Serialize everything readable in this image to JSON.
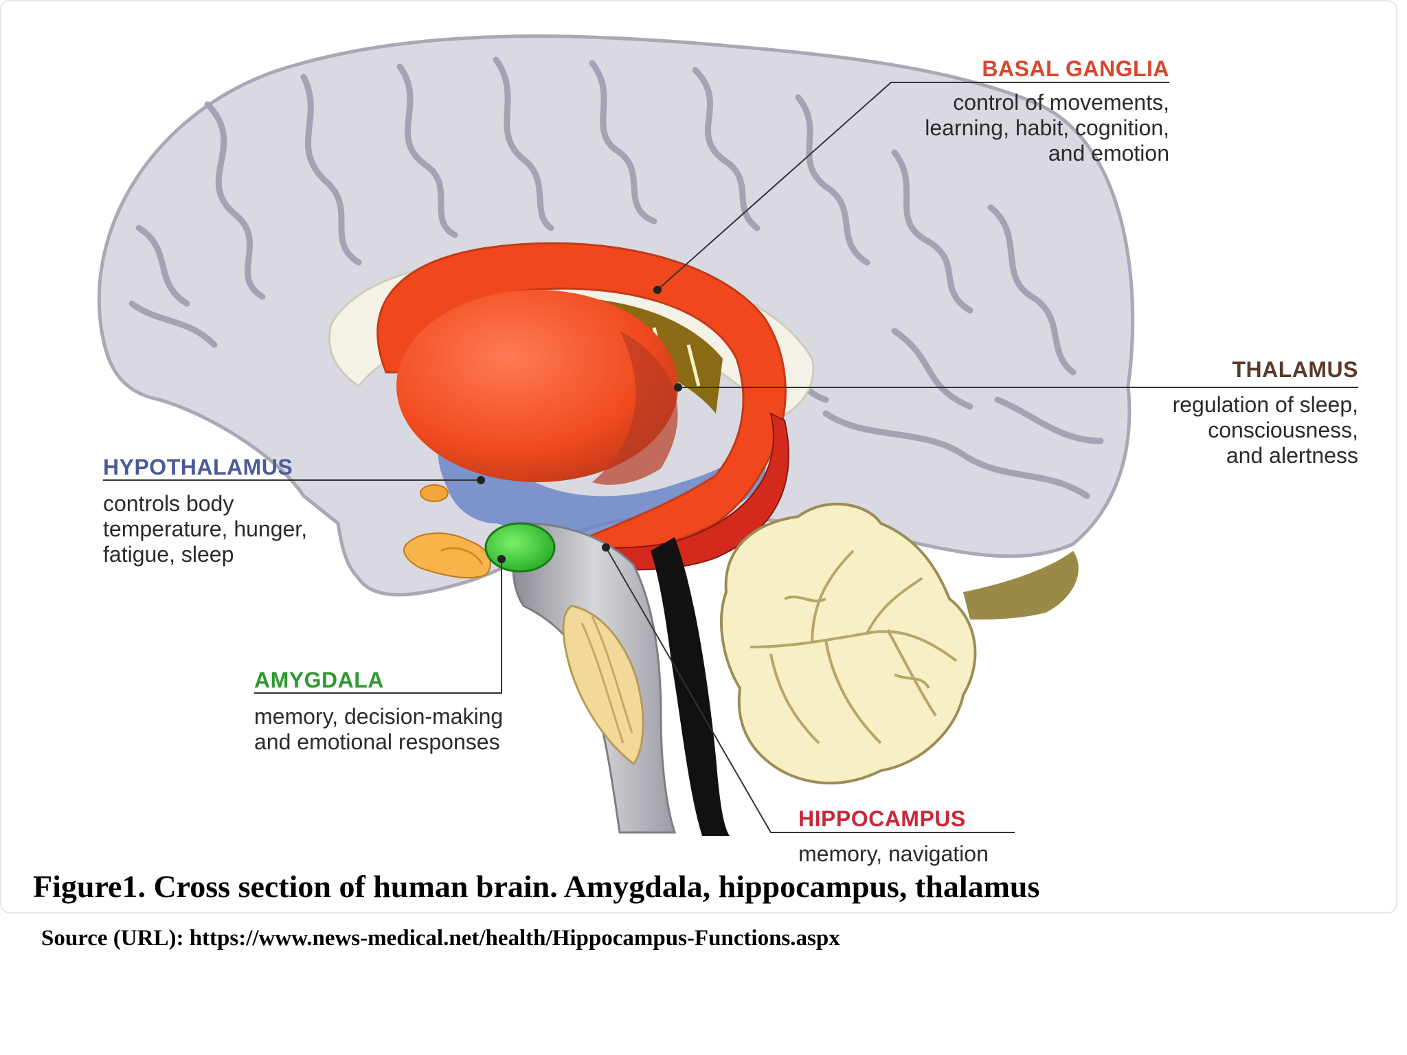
{
  "labels": {
    "basal_ganglia": {
      "title": "BASAL GANGLIA",
      "lines": [
        "control of movements,",
        "learning, habit, cognition,",
        "and emotion"
      ]
    },
    "thalamus": {
      "title": "THALAMUS",
      "lines": [
        "regulation of sleep,",
        "consciousness,",
        "and alertness"
      ]
    },
    "hypothalamus": {
      "title": "HYPOTHALAMUS",
      "lines": [
        "controls body",
        "temperature, hunger,",
        "fatigue, sleep"
      ]
    },
    "amygdala": {
      "title": "AMYGDALA",
      "lines": [
        "memory, decision-making",
        "and emotional responses"
      ]
    },
    "hippocampus": {
      "title": "HIPPOCAMPUS",
      "lines": [
        "memory, navigation"
      ]
    }
  },
  "colors": {
    "basal_ganglia": "#d9472b",
    "thalamus": "#5a3a2a",
    "hypothalamus": "#4a5a9a",
    "amygdala": "#2e9a2e",
    "hippocampus": "#c8283a"
  },
  "caption": "Figure1. Cross section of human brain. Amygdala, hippocampus, thalamus",
  "source": "Source (URL): https://www.news-medical.net/health/Hippocampus-Functions.aspx"
}
